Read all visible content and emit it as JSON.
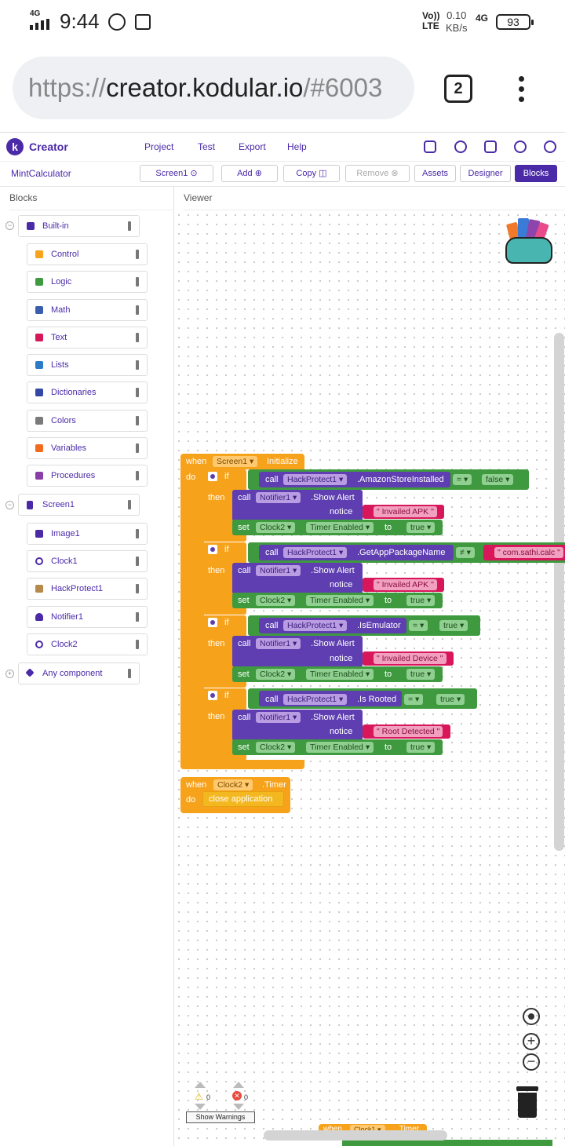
{
  "status_bar": {
    "network": "4G",
    "time": "9:44",
    "volte": "Vo))\nLTE",
    "speed": "0.10\nKB/s",
    "net_type": "4G",
    "battery": "93"
  },
  "browser": {
    "url_scheme": "https://",
    "url_host": "creator.kodular.io",
    "url_rest": "/#6003",
    "tab_count": "2"
  },
  "app": {
    "brand": "Creator",
    "menu": [
      "Project",
      "Test",
      "Export",
      "Help"
    ],
    "project_name": "MintCalculator",
    "toolbar": {
      "screen": "Screen1",
      "add": "Add",
      "copy": "Copy",
      "remove": "Remove",
      "assets": "Assets",
      "designer": "Designer",
      "blocks": "Blocks"
    },
    "panels": {
      "blocks": "Blocks",
      "viewer": "Viewer"
    },
    "tree": {
      "builtin": "Built-in",
      "builtin_items": [
        {
          "label": "Control",
          "color": "#f7a21b"
        },
        {
          "label": "Logic",
          "color": "#3f9a3f"
        },
        {
          "label": "Math",
          "color": "#3b5db0"
        },
        {
          "label": "Text",
          "color": "#d8175a"
        },
        {
          "label": "Lists",
          "color": "#2d7bc4"
        },
        {
          "label": "Dictionaries",
          "color": "#3347a5"
        },
        {
          "label": "Colors",
          "color": "#7a7a7a"
        },
        {
          "label": "Variables",
          "color": "#f26a1b"
        },
        {
          "label": "Procedures",
          "color": "#8a3ea8"
        }
      ],
      "screen": "Screen1",
      "screen_items": [
        "Image1",
        "Clock1",
        "HackProtect1",
        "Notifier1",
        "Clock2"
      ],
      "any": "Any component"
    }
  },
  "blocks": {
    "when": "when",
    "do": "do",
    "if": "if",
    "then": "then",
    "call": "call",
    "set": "set",
    "to": "to",
    "notice": "notice",
    "screen_event": "Screen1",
    "initialize": "Initialize",
    "hp": "HackProtect1",
    "notifier": "Notifier1",
    "clock2": "Clock2",
    "show_alert": ".Show Alert",
    "timer_enabled": "Timer Enabled",
    "true": "true",
    "cond1": ".AmazonStoreInstalled",
    "op_eq": "=",
    "false": "false",
    "msg1": "Invailed APK",
    "cond2": ".GetAppPackageName",
    "op_ne": "≠",
    "pkg": "com.sathi.calc",
    "cond3": ".IsEmulator",
    "msg3": "Invailed Device",
    "cond4": ".Is Rooted",
    "msg4": "Root Detected",
    "timer_event": ".Timer",
    "close_app": "close application",
    "clock1": "Clock1"
  },
  "workspace": {
    "warnings": "0",
    "errors": "0",
    "show_warnings": "Show Warnings"
  }
}
